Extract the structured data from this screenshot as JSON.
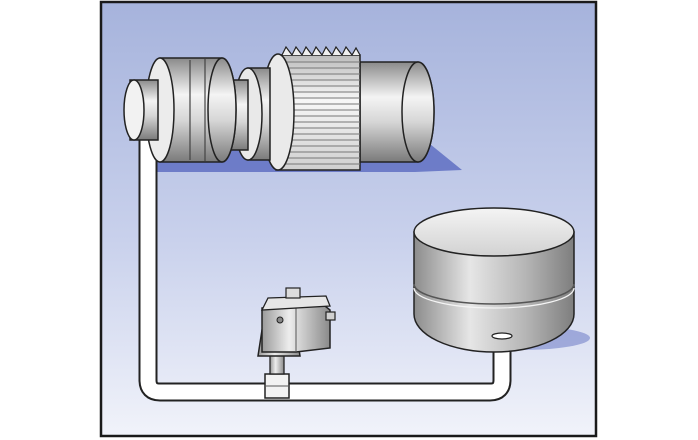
{
  "figure": {
    "components": [
      {
        "id": "gear-shaft-assembly",
        "icon": "gear-shaft-icon"
      },
      {
        "id": "supply-pipe",
        "icon": "pipe-icon"
      },
      {
        "id": "inline-valve",
        "icon": "valve-icon"
      },
      {
        "id": "reservoir-tank",
        "icon": "tank-icon"
      }
    ],
    "colors": {
      "frame_border": "#1a1a1a",
      "background_top": "#a6b3dc",
      "background_bottom": "#f1f3fa",
      "shadow": "#5f6fc2",
      "metal_dark": "#7a7a7a",
      "metal_light": "#f4f4f4",
      "pipe_fill": "#ffffff",
      "outline": "#222222"
    }
  }
}
